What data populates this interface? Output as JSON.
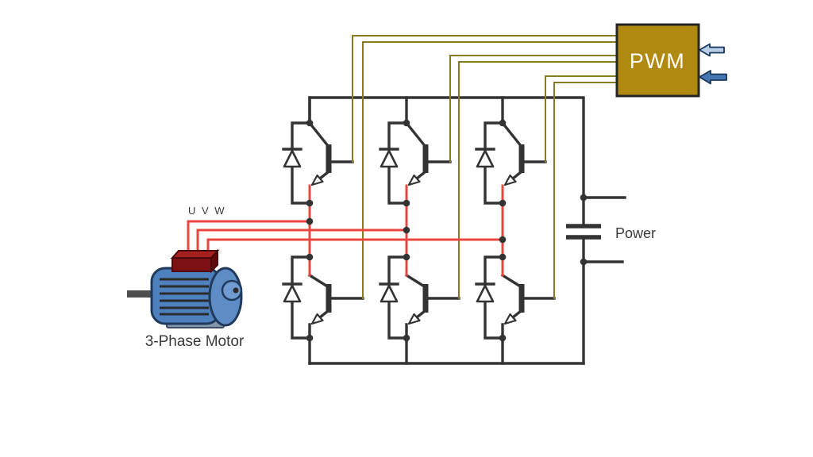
{
  "diagram": {
    "pwm": {
      "label": "PWM",
      "fill": "#b08a10",
      "border": "#262626",
      "text_color": "#ffffff",
      "gate_lines": 6,
      "arrows": [
        {
          "name": "pwm-input-arrow-top",
          "direction": "left",
          "fill": "#b9cde6",
          "border": "#17375e"
        },
        {
          "name": "pwm-input-arrow-bottom",
          "direction": "left",
          "fill": "#4576ad",
          "border": "#17375e"
        }
      ]
    },
    "dc_link": {
      "label": "Power",
      "capacitor": "capacitor-icon",
      "terminal_stubs": 2
    },
    "inverter": {
      "legs": 3,
      "igbts": 6,
      "freewheel_diodes": 6,
      "line_color": "#333333"
    },
    "motor": {
      "label": "3-Phase Motor",
      "phase_label": "U V W",
      "phases": [
        "U",
        "V",
        "W"
      ],
      "body_color": "#4d80bd",
      "end_cap_color": "#5e8dc6",
      "terminal_box_color": "#7c1113",
      "base_color": "#8396ac"
    },
    "wires": {
      "phase_color": "#e8473f",
      "gate_color": "#8a7a22",
      "bus_color": "#333333"
    },
    "background": "#ffffff"
  }
}
